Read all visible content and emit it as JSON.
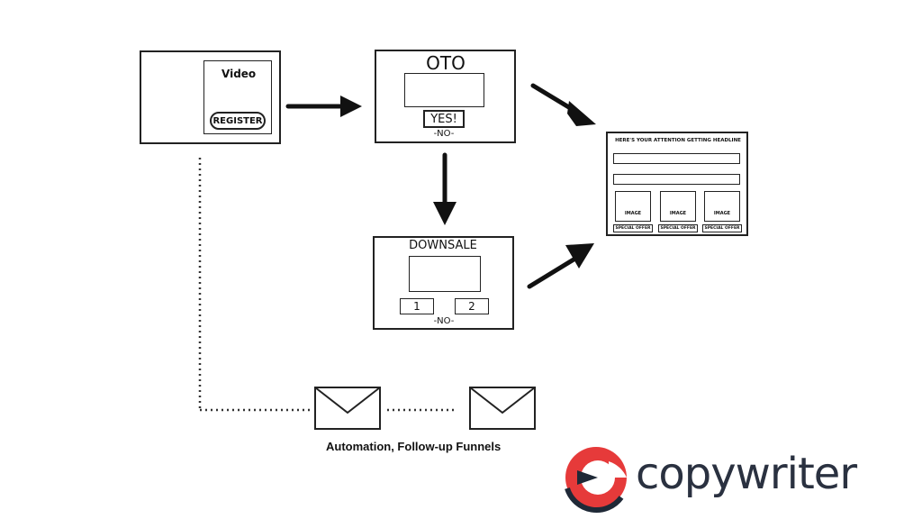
{
  "diagram": {
    "register_page": {
      "video_label": "Video",
      "button_label": "REGISTER"
    },
    "oto_page": {
      "title": "OTO",
      "yes_label": "YES!",
      "no_label": "-NO-"
    },
    "downsale_page": {
      "title": "DOWNSALE",
      "option_1": "1",
      "option_2": "2",
      "no_label": "-NO-"
    },
    "sales_page": {
      "headline": "HERE'S YOUR ATTENTION GETTING HEADLINE",
      "image_label": "IMAGE",
      "offer_label": "SPECIAL OFFER"
    },
    "automation_caption": "Automation, Follow-up Funnels"
  },
  "brand": {
    "name": "copywriter",
    "colors": {
      "red": "#e63a3a",
      "dark": "#1f2937",
      "text": "#2a3140"
    }
  }
}
